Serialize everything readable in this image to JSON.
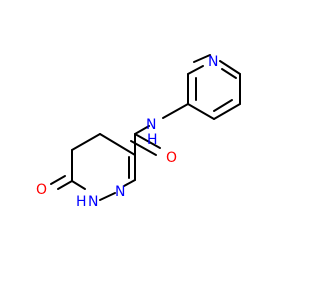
{
  "diagram": {
    "type": "chemical-structure",
    "atom_labels": [
      {
        "id": "O1",
        "text": "O",
        "color": "#ff0000"
      },
      {
        "id": "N1",
        "text": "N",
        "color": "#0000ff"
      },
      {
        "id": "N2",
        "text": "N",
        "color": "#0000ff"
      },
      {
        "id": "N3",
        "text": "N",
        "color": "#0000ff"
      },
      {
        "id": "O2",
        "text": "O",
        "color": "#ff0000"
      },
      {
        "id": "NH1",
        "text": "H",
        "color": "#0000ff"
      },
      {
        "id": "NH2",
        "text": "H",
        "color": "#0000ff"
      }
    ]
  }
}
